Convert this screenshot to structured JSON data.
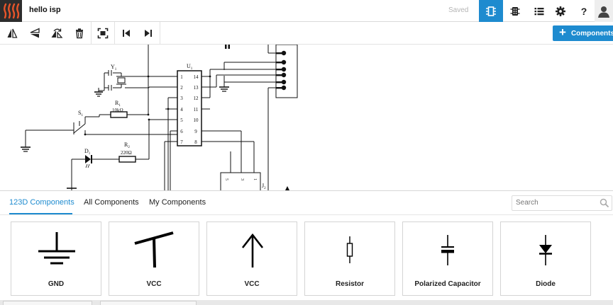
{
  "app": {
    "document_title": "hello isp",
    "save_status": "Saved"
  },
  "topbar": {
    "buttons": [
      "schematic-view",
      "breadboard-view",
      "list-view",
      "settings",
      "help",
      "user"
    ]
  },
  "toolbar": {
    "tools": [
      "flip-horizontal",
      "flip-vertical",
      "rotate",
      "delete",
      "fit-to-screen",
      "first",
      "last"
    ],
    "add_components_label": "Components"
  },
  "schematic": {
    "labels": {
      "y1": "Y",
      "y1_sub": "1",
      "u1": "U",
      "u1_sub": "1",
      "r1": "R",
      "r1_sub": "1",
      "r1_value": "10kΩ",
      "s1": "S",
      "s1_sub": "1",
      "r2": "R",
      "r2_sub": "2",
      "r2_value": "220Ω",
      "d1": "D",
      "d1_sub": "1",
      "j2": "J",
      "j2_sub": "2"
    },
    "pins_left": [
      "1",
      "2",
      "3",
      "4",
      "5",
      "6",
      "7"
    ],
    "pins_right": [
      "14",
      "13",
      "12",
      "11",
      "10",
      "9",
      "8"
    ],
    "header_pins": [
      "5",
      "3",
      "1"
    ]
  },
  "panel": {
    "tabs": [
      "123D Components",
      "All Components",
      "My Components"
    ],
    "active_tab": "123D Components",
    "search_placeholder": "Search",
    "cards": [
      {
        "label": "GND",
        "icon": "ground-symbol-icon"
      },
      {
        "label": "VCC",
        "icon": "vcc-bar-icon"
      },
      {
        "label": "VCC",
        "icon": "vcc-arrow-icon"
      },
      {
        "label": "Resistor",
        "icon": "resistor-symbol-icon"
      },
      {
        "label": "Polarized Capacitor",
        "icon": "polarized-capacitor-icon"
      },
      {
        "label": "Diode",
        "icon": "diode-symbol-icon"
      }
    ]
  },
  "colors": {
    "accent": "#1e8bcf",
    "logo_bg": "#2d2d2d",
    "logo_fg": "#e8552a"
  }
}
